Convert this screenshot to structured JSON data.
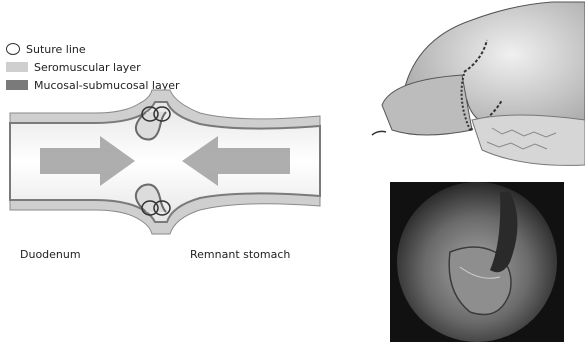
{
  "legend": {
    "suture": "Suture line",
    "seromuscular": "Seromuscular layer",
    "mucosal": "Mucosal-submucosal layer"
  },
  "labels": {
    "left": "Duodenum",
    "right": "Remnant stomach"
  },
  "colors": {
    "serosa": "#cfcfcf",
    "mucosa": "#7a7a7a",
    "lumen": "#f2f2f2",
    "arrow": "#9a9a9a"
  }
}
